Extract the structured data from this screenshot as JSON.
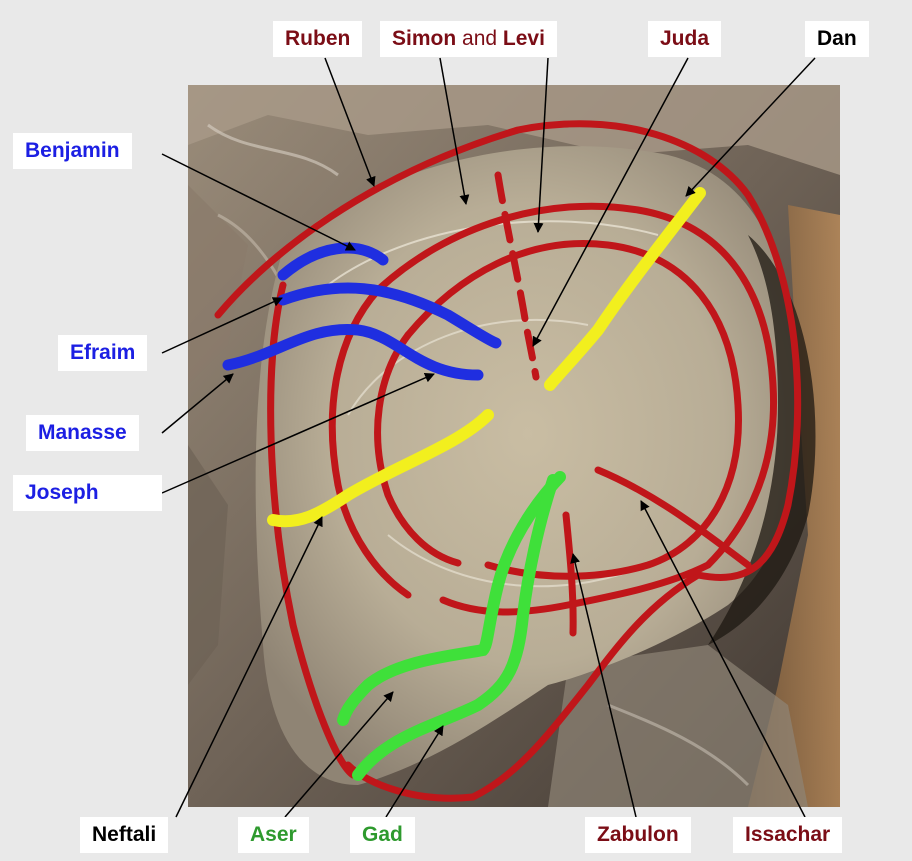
{
  "colors": {
    "background": "#e9e9e9",
    "label_box": "#ffffff",
    "red_tribe": "#7b0d16",
    "blue_tribe": "#1c1fe3",
    "green_tribe": "#2e9a2e",
    "black_tribe": "#000000",
    "stroke_red": "#c0161a",
    "stroke_blue": "#1f2ee0",
    "stroke_yellow": "#f2ef1e",
    "stroke_green": "#3fe03a",
    "arrow": "#000000"
  },
  "labels": {
    "ruben": "Ruben",
    "simon": "Simon",
    "and": "and",
    "levi": "Levi",
    "juda": "Juda",
    "dan": "Dan",
    "benjamin": "Benjamin",
    "efraim": "Efraim",
    "manasse": "Manasse",
    "joseph": "Joseph",
    "neftali": "Neftali",
    "aser": "Aser",
    "gad": "Gad",
    "zabulon": "Zabulon",
    "issachar": "Issachar"
  }
}
